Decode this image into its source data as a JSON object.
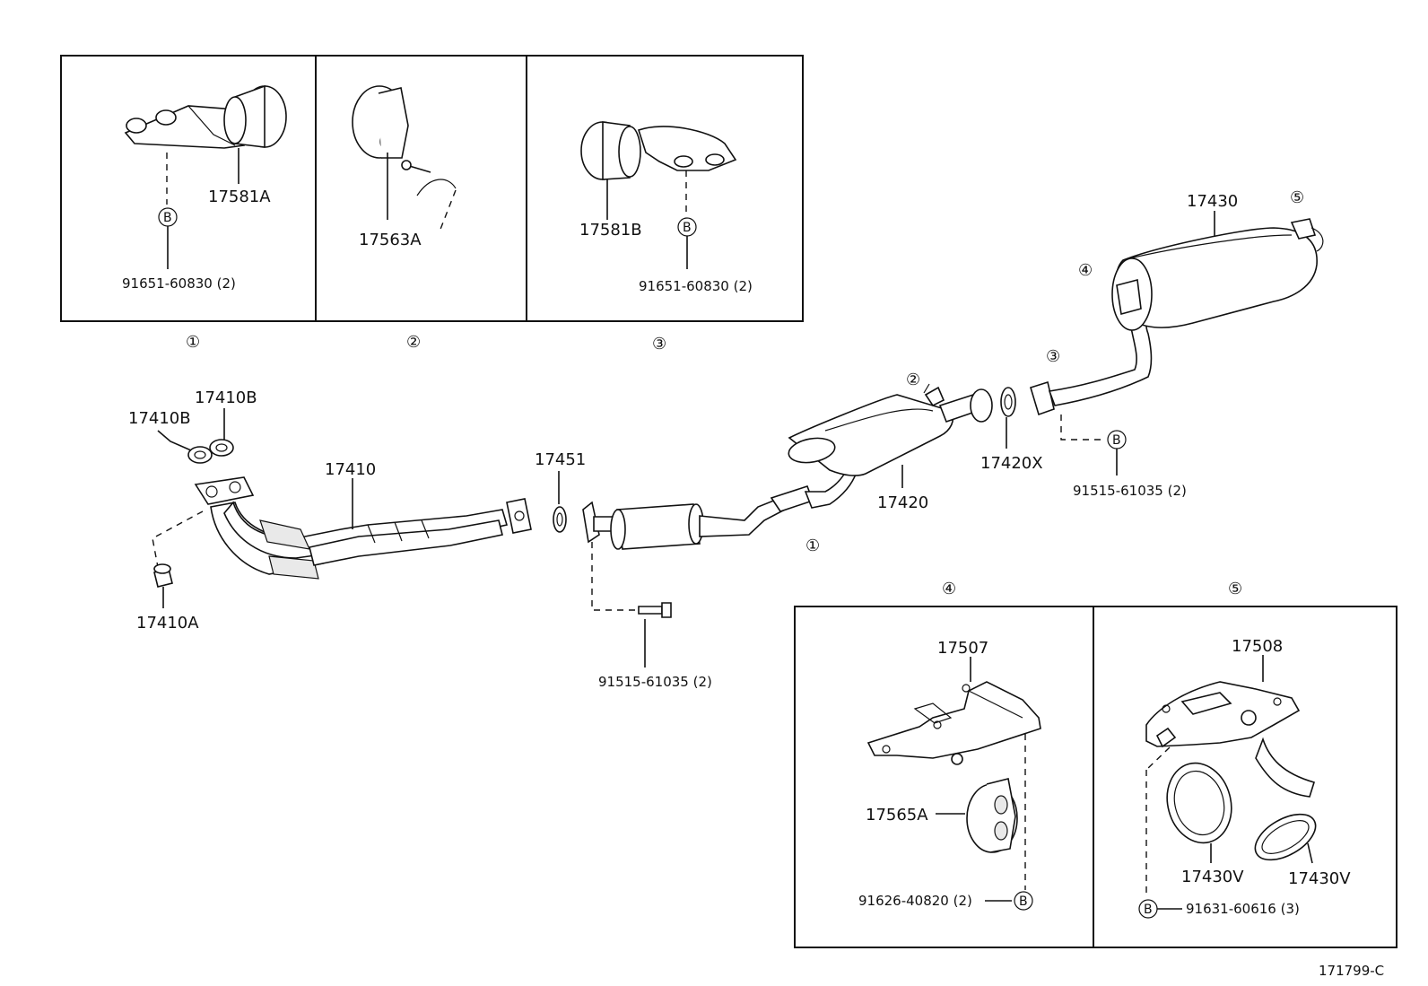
{
  "panel_circled": [
    "①",
    "②",
    "③",
    "④",
    "⑤"
  ],
  "panel1": {
    "part": "17581A",
    "bolt_mark": "B",
    "bolt": "91651-60830 (2)"
  },
  "panel2": {
    "part": "17563A"
  },
  "panel3": {
    "part": "17581B",
    "bolt_mark": "B",
    "bolt": "91651-60830 (2)"
  },
  "panel4": {
    "bracket": "17507",
    "hanger": "17565A",
    "bolt": "91626-40820 (2)",
    "bolt_mark": "B"
  },
  "panel5": {
    "bracket": "17508",
    "gasket_a": "17430V",
    "gasket_b": "17430V",
    "bolt_mark": "B",
    "bolt": "91631-60616 (3)"
  },
  "main": {
    "gasket_top": "17410B",
    "gasket_left": "17410B",
    "front_pipe": "17410",
    "nut": "17410A",
    "gasket_mid": "17451",
    "bolt_mid": "91515-61035 (2)",
    "center_pipe": "17420",
    "gasket_rear": "17420X",
    "bolt_rear": "91515-61035 (2)",
    "tail_pipe": "17430",
    "bolt_mark": "B"
  },
  "diagram_id": "171799-C"
}
